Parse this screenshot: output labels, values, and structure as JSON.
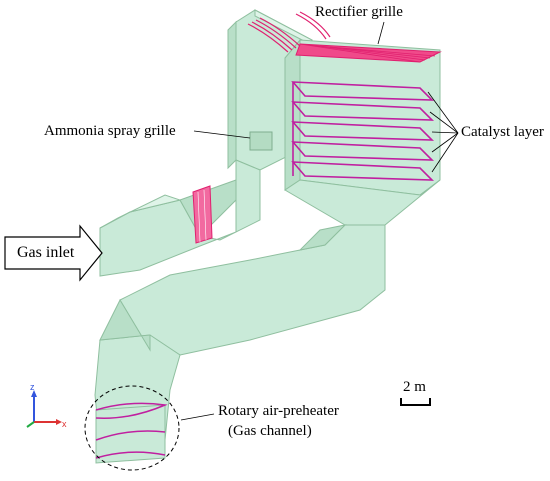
{
  "labels": {
    "rectifier_grille": "Rectifier grille",
    "ammonia_spray_grille": "Ammonia spray grille",
    "catalyst_layer": "Catalyst layer",
    "gas_inlet": "Gas inlet",
    "rotary_air_preheater_line1": "Rotary air-preheater",
    "rotary_air_preheater_line2": "(Gas channel)",
    "scale_bar": "2 m"
  },
  "axes": {
    "z": "z",
    "x": "x"
  },
  "colors": {
    "duct_fill": "#c9ead8",
    "duct_edge": "#8fbf9f",
    "grille": "#e0206f",
    "catalyst_edge": "#c020a0",
    "axis_z": "#3355dd",
    "axis_x": "#dd3333",
    "axis_y": "#22aa44"
  }
}
